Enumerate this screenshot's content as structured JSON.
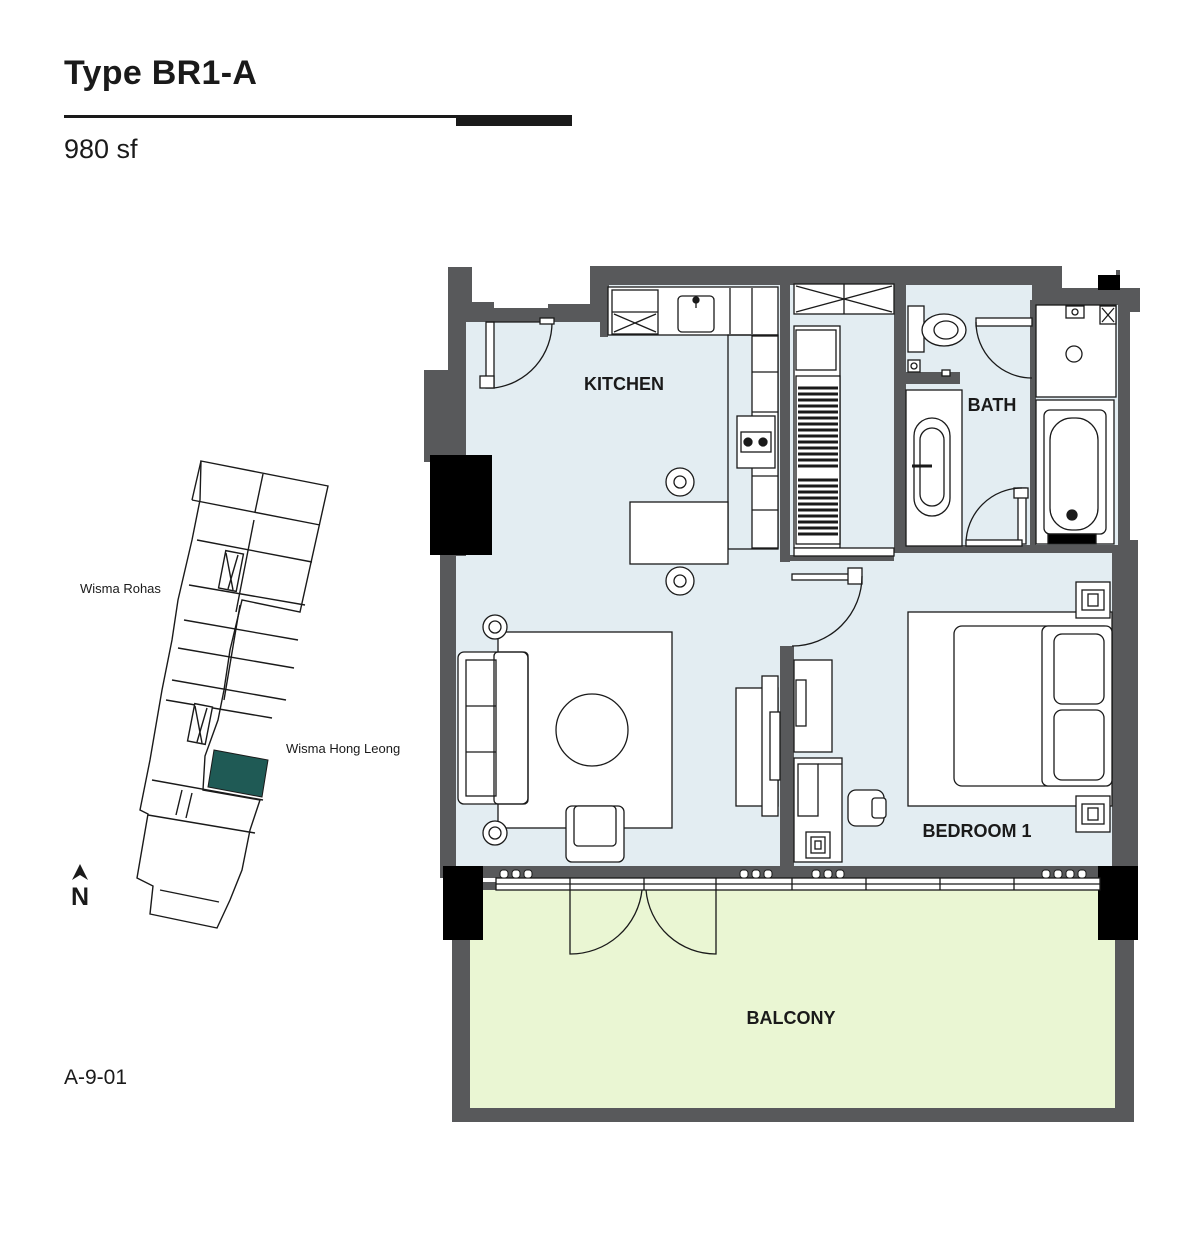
{
  "header": {
    "title": "Type BR1-A",
    "area": "980 sf"
  },
  "unit_code": "A-9-01",
  "key_plan": {
    "west_label": "Wisma Rohas",
    "east_label": "Wisma Hong Leong",
    "north_label": "N"
  },
  "rooms": {
    "kitchen": "KITCHEN",
    "bath": "BATH",
    "bedroom": "BEDROOM 1",
    "balcony": "BALCONY"
  },
  "colors": {
    "interior": "#E3EDF2",
    "balcony": "#EAF6D3",
    "wall": "#58595B",
    "column": "#000000",
    "unit_highlight": "#1F5A55",
    "line": "#1A1A1A"
  }
}
